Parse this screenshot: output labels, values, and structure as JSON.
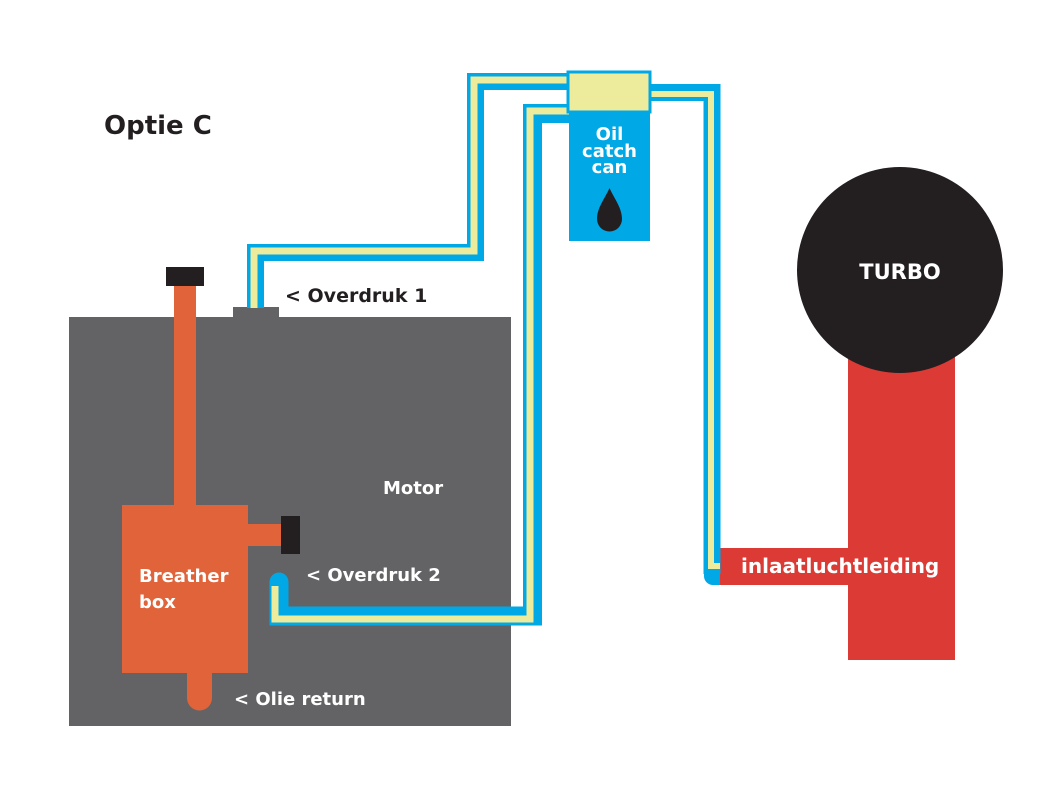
{
  "title": "Optie C",
  "labels": {
    "motor": "Motor",
    "breather_line1": "Breather",
    "breather_line2": "box",
    "overdruk1": "< Overdruk 1",
    "overdruk2": "< Overdruk 2",
    "olie_return": "< Olie return",
    "catch_can_line1": "Oil",
    "catch_can_line2": "catch",
    "catch_can_line3": "can",
    "turbo": "TURBO",
    "inlet": "inlaatluchtleiding"
  },
  "colors": {
    "motor": "#636264",
    "breather": "#e0633a",
    "cap": "#231f20",
    "pipe_blue": "#00a8e6",
    "pipe_yellow": "#ecec9c",
    "catch_can": "#00a8e6",
    "turbo": "#231f20",
    "intake": "#dc3a34"
  }
}
